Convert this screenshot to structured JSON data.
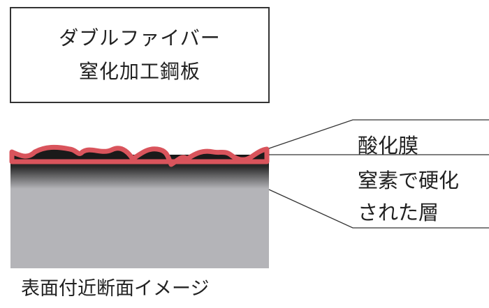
{
  "title_box": {
    "line1": "ダブルファイバー",
    "line2": "窒化加工鋼板"
  },
  "labels": {
    "oxide": "酸化膜",
    "hardened_1": "窒素で硬化",
    "hardened_2": "された層"
  },
  "caption": "表面付近断面イメージ",
  "colors": {
    "oxide": "#d9545c",
    "dark": "#1a1a1a",
    "base": "#b4b4b8",
    "line": "#333333"
  }
}
